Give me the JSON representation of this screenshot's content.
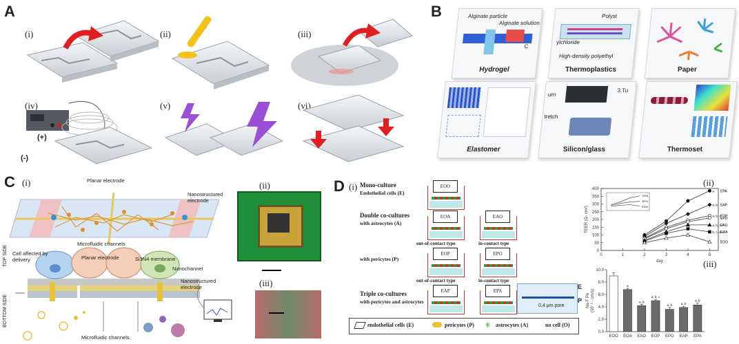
{
  "panel_a": {
    "label": "A",
    "steps": [
      "(i)",
      "(ii)",
      "(iii)",
      "(iv)",
      "(v)",
      "(vi)"
    ],
    "plus": "(+)",
    "minus": "(-)"
  },
  "panel_b": {
    "label": "B",
    "cards": [
      {
        "caption": "Hydrogel",
        "inner": [
          "Alginate particle",
          "Alginate solution",
          "C"
        ]
      },
      {
        "caption": "Thermoplastics",
        "inner": [
          "Polyst",
          "ylchloride",
          "High-density polyethyl"
        ]
      },
      {
        "caption": "Paper",
        "inner": []
      },
      {
        "caption": "Elastomer",
        "inner": []
      },
      {
        "caption": "Silicon/glass",
        "inner": [
          "urn",
          "3.Tu",
          "tretch"
        ]
      },
      {
        "caption": "Thermoset",
        "inner": []
      }
    ]
  },
  "panel_c": {
    "label": "C",
    "sub_i": "(i)",
    "sub_ii": "(ii)",
    "sub_iii": "(iii)",
    "labels": {
      "planar_top": "Planar electrode",
      "nano_top": "Nanostructured electrode",
      "microfluidic_top": "Microfluidic channels",
      "cell_affected": "Cell affected by delivery",
      "planar_mid": "Planar electrode",
      "membrane": "Si3N4 membrane",
      "nanochannel": "Nanochannel",
      "nano_mid": "Nanostructured electrode",
      "microfluidic_bottom": "Microfluidic channels",
      "top_side": "TOP SIDE",
      "bottom_side": "BOTTOM SIDE"
    }
  },
  "panel_d": {
    "label": "D",
    "sub_i": "(i)",
    "sub_ii": "(ii)",
    "sub_iii": "(iii)",
    "mono_title": "Mono-culture",
    "mono_sub": "Endothelial cells (E)",
    "double_title": "Double co-cultures",
    "double_sub": "with astrocytes (A)",
    "pericytes_sub": "with pericytes (P)",
    "triple_title": "Triple co-cultures",
    "triple_sub": "with pericytes and astrocytes",
    "wells": [
      "EOO",
      "EOA",
      "EAO",
      "EOP",
      "EPO",
      "EAP",
      "EPA"
    ],
    "out_contact": "out-of-contact type",
    "in_contact": "in-contact type",
    "inset_e": "E",
    "inset_p": "P",
    "inset_pore": "0.4 μm pore",
    "legend": [
      "endothelial cells (E)",
      "pericytes (P)",
      "astrocytes (A)",
      "no cell (O)"
    ]
  },
  "chart_data": [
    {
      "type": "line",
      "xlabel": "day",
      "ylabel": "TEER (Ω· cm²)",
      "x": [
        2,
        3,
        4,
        5
      ],
      "xticks": [
        0,
        1,
        2,
        3,
        4,
        5
      ],
      "yticks": [
        0,
        50,
        100,
        150,
        200,
        250,
        300,
        350,
        400
      ],
      "ylim": [
        0,
        400
      ],
      "xlim": [
        0,
        5.4
      ],
      "series": [
        {
          "name": "EPA",
          "values": [
            100,
            190,
            320,
            385
          ],
          "marker": "filled-circle",
          "annot": "a"
        },
        {
          "name": "EAP",
          "values": [
            90,
            175,
            235,
            295
          ],
          "marker": "filled-diamond",
          "annot": "a, b"
        },
        {
          "name": "EOP",
          "values": [
            80,
            150,
            195,
            225
          ],
          "marker": "open-circle",
          "annot": "a, b, c"
        },
        {
          "name": "EPO",
          "values": [
            75,
            140,
            185,
            210
          ],
          "marker": "open-circle",
          "annot": ""
        },
        {
          "name": "EAO",
          "values": [
            65,
            120,
            165,
            165
          ],
          "marker": "filled-triangle",
          "annot": "a, b, c, f"
        },
        {
          "name": "EOA",
          "values": [
            60,
            110,
            140,
            120
          ],
          "marker": "filled-square",
          "annot": "b, c, d, e"
        },
        {
          "name": "EOO",
          "values": [
            50,
            80,
            100,
            55
          ],
          "marker": "open-triangle",
          "annot": ""
        }
      ],
      "inset_labels": [
        "EPA",
        "EPO",
        "EOO"
      ]
    },
    {
      "type": "bar",
      "ylabel": "Na-F Pe",
      "ylabel2": "(10⁻⁶ · cm/s)",
      "categories": [
        "EOO",
        "EOA",
        "EAO",
        "EOP",
        "EPO",
        "EAP",
        "EPA"
      ],
      "values": [
        9.0,
        6.8,
        4.2,
        5.0,
        3.6,
        3.9,
        4.3
      ],
      "errors": [
        0.5,
        0.2,
        0.2,
        0.2,
        0.3,
        0.2,
        0.3
      ],
      "annotations": [
        "",
        "a",
        "a, b",
        "a, b, c",
        "a, b",
        "a, b",
        "a, b"
      ],
      "yticks": [
        0,
        2,
        4,
        6,
        8,
        10
      ],
      "ytick_labels": [
        "0.0",
        "2.0",
        "4.0",
        "6.0",
        "8.0",
        "10.0"
      ],
      "ylim": [
        0,
        10
      ]
    }
  ]
}
